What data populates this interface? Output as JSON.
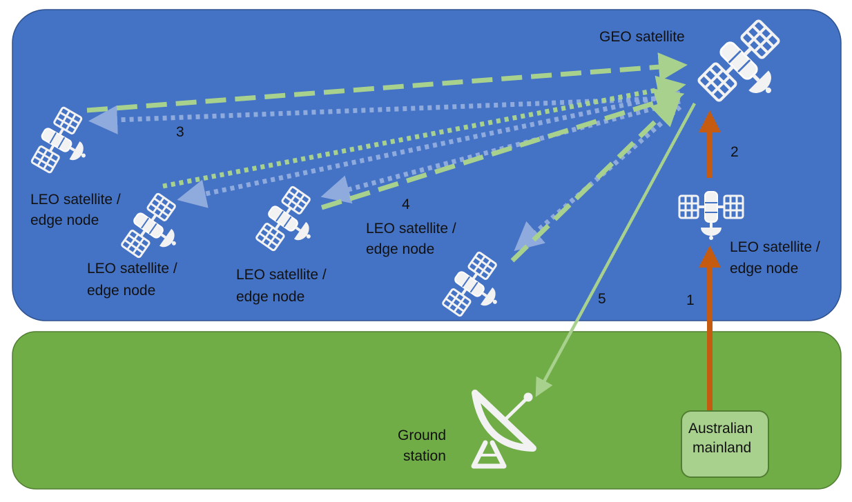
{
  "colors": {
    "space": "#4472C4",
    "space_stroke": "#2F528F",
    "ground": "#70AD47",
    "ground_stroke": "#507E32",
    "mainland_fill": "#A9D18E",
    "mainland_stroke": "#507E32",
    "green_link": "#A9D18E",
    "blue_link": "#8FAADC",
    "orange_link": "#C55A11",
    "icon": "#F2F2F2"
  },
  "labels": {
    "geo": "GEO satellite",
    "leo_line1": "LEO satellite /",
    "leo_line2": "edge node",
    "ground_line1": "Ground",
    "ground_line2": "station",
    "mainland_line1": "Australian",
    "mainland_line2": "mainland"
  },
  "steps": [
    "1",
    "2",
    "3",
    "4",
    "5"
  ],
  "icons": {
    "satellite": "satellite-icon",
    "dish": "satellite-dish-icon"
  }
}
